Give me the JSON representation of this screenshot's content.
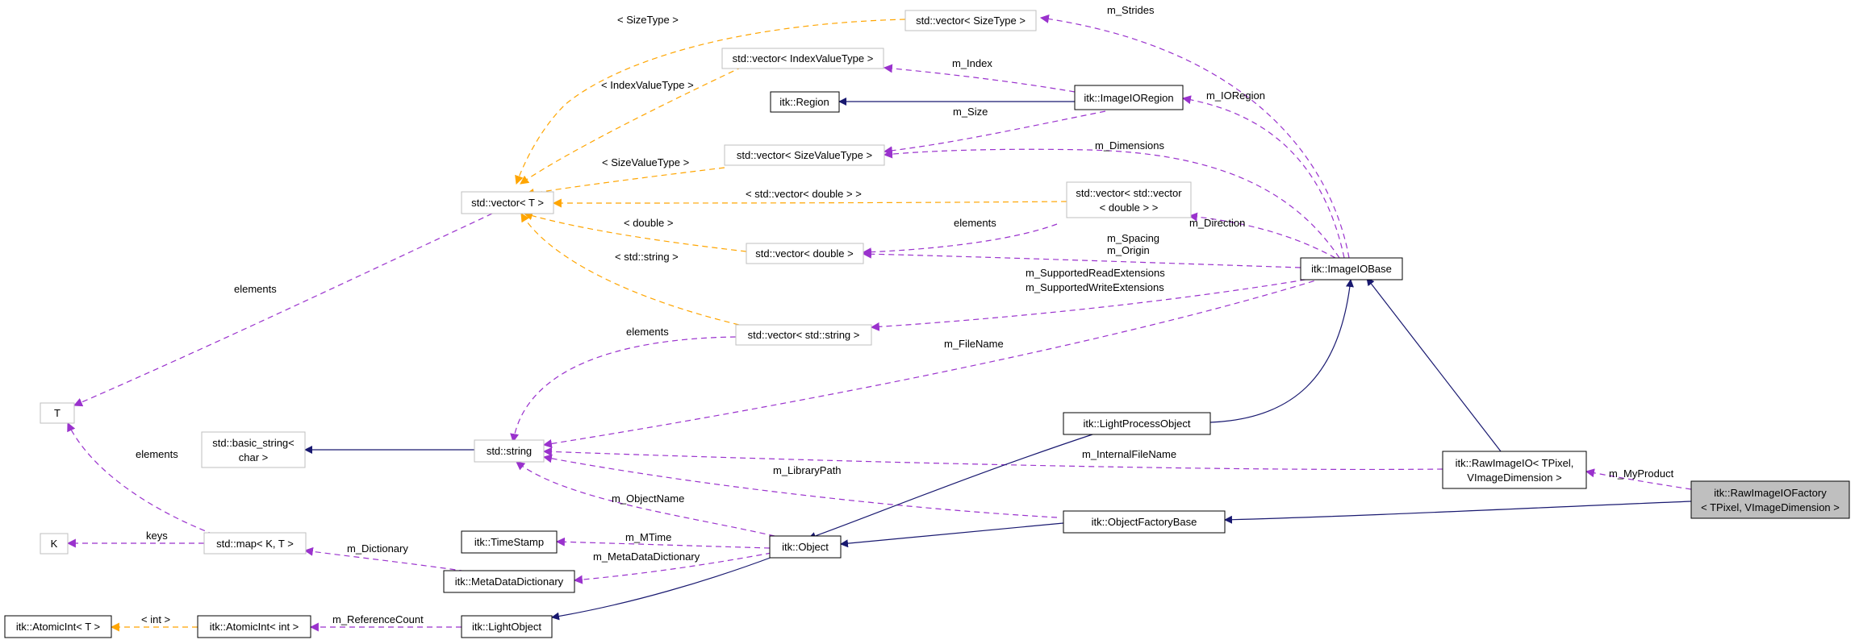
{
  "colors": {
    "inheritance": "#191970",
    "usage": "#9a32cd",
    "template": "#ffa500",
    "focus_fill": "#bfbfbf",
    "hollow_border": "#bfbfbf"
  },
  "nodes": {
    "vector_sizetype": [
      "std::vector< SizeType >"
    ],
    "vector_indexvaluetype": [
      "std::vector< IndexValueType >"
    ],
    "region": [
      "itk::Region"
    ],
    "imageioregion": [
      "itk::ImageIORegion"
    ],
    "vector_sizevaluetype": [
      "std::vector< SizeValueType >"
    ],
    "vector_t": [
      "std::vector< T >"
    ],
    "vector_vector_double": [
      "std::vector< std::vector",
      "< double > >"
    ],
    "vector_double": [
      "std::vector< double >"
    ],
    "imageiobase": [
      "itk::ImageIOBase"
    ],
    "vector_string": [
      "std::vector< std::string >"
    ],
    "t": [
      "T"
    ],
    "basic_string": [
      "std::basic_string<",
      "char >"
    ],
    "string": [
      "std::string"
    ],
    "lightprocessobject": [
      "itk::LightProcessObject"
    ],
    "rawimageio": [
      "itk::RawImageIO< TPixel,",
      "VImageDimension >"
    ],
    "rawimageiofactory": [
      "itk::RawImageIOFactory",
      "< TPixel, VImageDimension >"
    ],
    "objectfactorybase": [
      "itk::ObjectFactoryBase"
    ],
    "k": [
      "K"
    ],
    "map_k_t": [
      "std::map< K, T >"
    ],
    "timestamp": [
      "itk::TimeStamp"
    ],
    "object": [
      "itk::Object"
    ],
    "metadatadictionary": [
      "itk::MetaDataDictionary"
    ],
    "atomicint_t": [
      "itk::AtomicInt< T >"
    ],
    "atomicint_int": [
      "itk::AtomicInt< int >"
    ],
    "lightobject": [
      "itk::LightObject"
    ]
  },
  "edge_labels": {
    "sizetype": "< SizeType >",
    "strides": "m_Strides",
    "indexvaluetype": "< IndexValueType >",
    "index": "m_Index",
    "ioregion": "m_IORegion",
    "size": "m_Size",
    "sizevaluetype": "< SizeValueType >",
    "dimensions": "m_Dimensions",
    "vector_double_tpl": "< std::vector< double > >",
    "elements_vd": "elements",
    "direction": "m_Direction",
    "double_tpl": "< double >",
    "spacing": "m_Spacing",
    "origin": "m_Origin",
    "string_tpl": "< std::string >",
    "read_ext": "m_SupportedReadExtensions",
    "write_ext": "m_SupportedWriteExtensions",
    "elements_t": "elements",
    "elements_vs": "elements",
    "filename": "m_FileName",
    "internal_filename": "m_InternalFileName",
    "myproduct": "m_MyProduct",
    "librarypath": "m_LibraryPath",
    "objectname": "m_ObjectName",
    "elements_map": "elements",
    "keys": "keys",
    "dictionary": "m_Dictionary",
    "mtime": "m_MTime",
    "metadatadictionary": "m_MetaDataDictionary",
    "int_tpl": "< int >",
    "referencecount": "m_ReferenceCount"
  }
}
